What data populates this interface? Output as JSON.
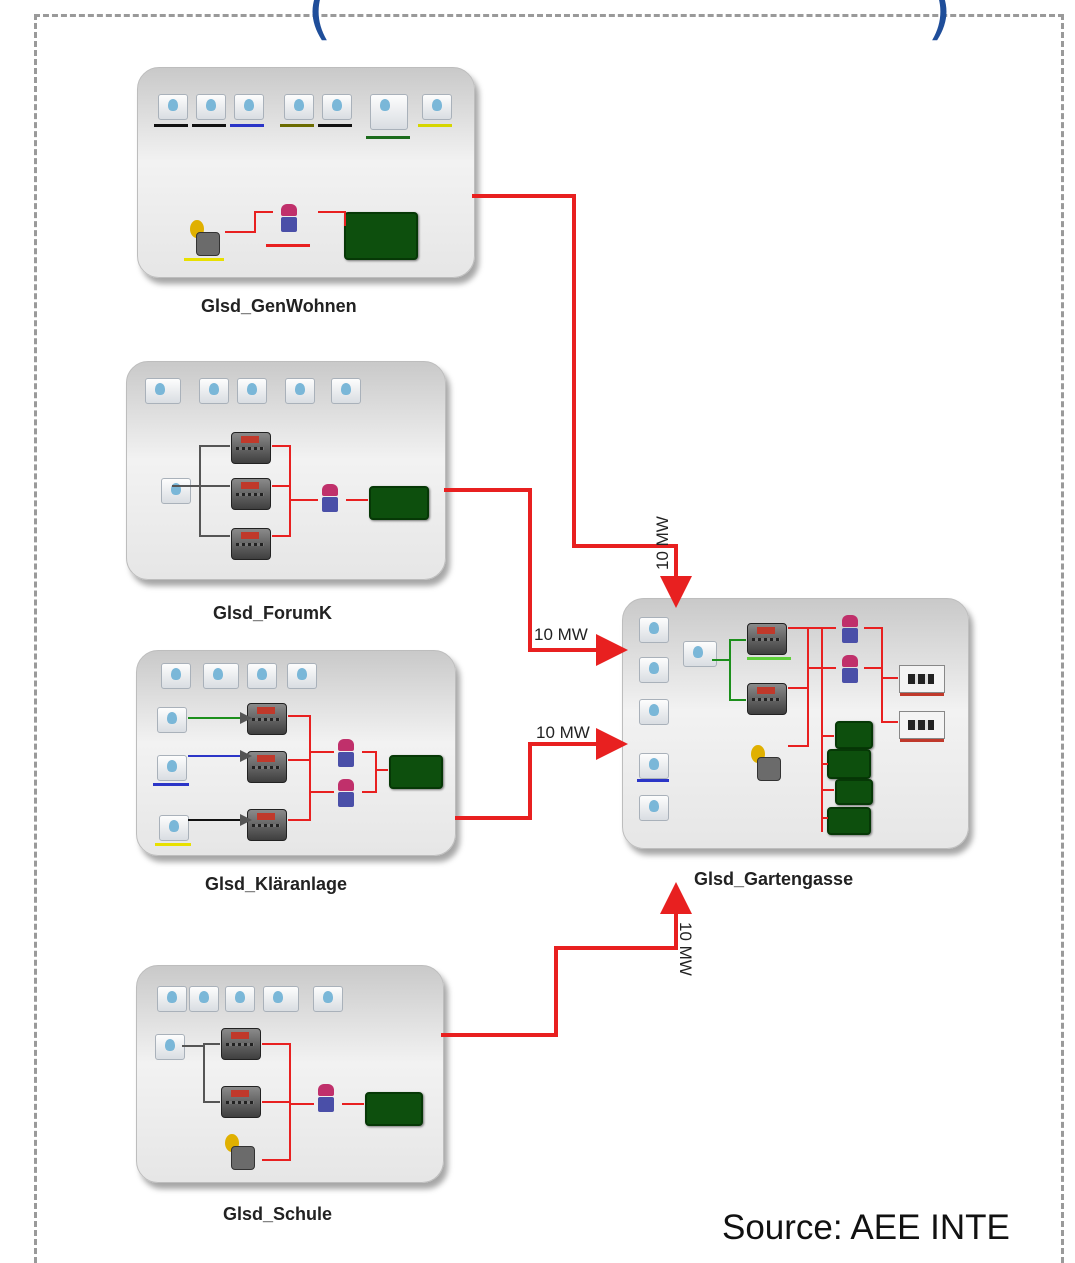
{
  "nodes": {
    "genwohnen": {
      "label": "Glsd_GenWohnen"
    },
    "forumk": {
      "label": "Glsd_ForumK"
    },
    "klaeranlage": {
      "label": "Glsd_Kläranlage"
    },
    "schule": {
      "label": "Glsd_Schule"
    },
    "gartengasse": {
      "label": "Glsd_Gartengasse"
    }
  },
  "links": [
    {
      "from": "Glsd_GenWohnen",
      "to": "Glsd_Gartengasse",
      "capacity": "10 MW"
    },
    {
      "from": "Glsd_ForumK",
      "to": "Glsd_Gartengasse",
      "capacity": "10 MW"
    },
    {
      "from": "Glsd_Kläranlage",
      "to": "Glsd_Gartengasse",
      "capacity": "10 MW"
    },
    {
      "from": "Glsd_Schule",
      "to": "Glsd_Gartengasse",
      "capacity": "10 MW"
    }
  ],
  "source": "Source: AEE INTE",
  "colors": {
    "link": "#e82020",
    "panel_top": "#c9c9c9",
    "consumer_box": "#0d4f0d",
    "heading_paren": "#1f4e9a"
  }
}
